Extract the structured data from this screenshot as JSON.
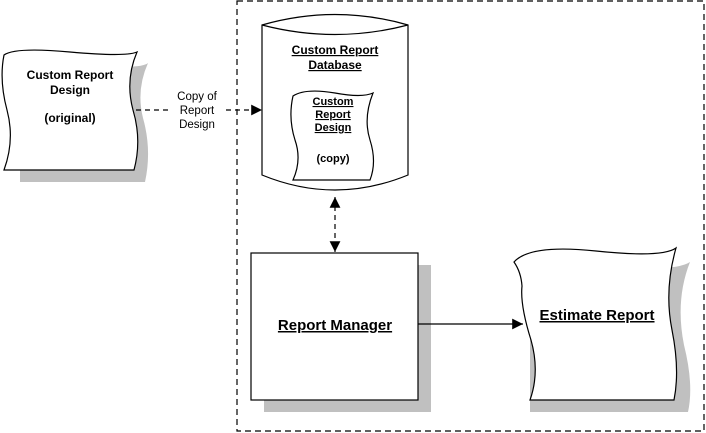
{
  "colors": {
    "line": "#000000",
    "shadow": "#c0c0c0",
    "fill": "#ffffff"
  },
  "original_design": {
    "title_line1": "Custom Report",
    "title_line2": "Design",
    "note": "(original)"
  },
  "copy_arrow_label": {
    "line1": "Copy of",
    "line2": "Report",
    "line3": "Design"
  },
  "database": {
    "title_line1": "Custom Report",
    "title_line2": "Database"
  },
  "copied_design": {
    "title_line1": "Custom",
    "title_line2": "Report",
    "title_line3": "Design",
    "note": "(copy)"
  },
  "report_manager": {
    "label": "Report Manager"
  },
  "estimate_report": {
    "label": "Estimate Report"
  }
}
